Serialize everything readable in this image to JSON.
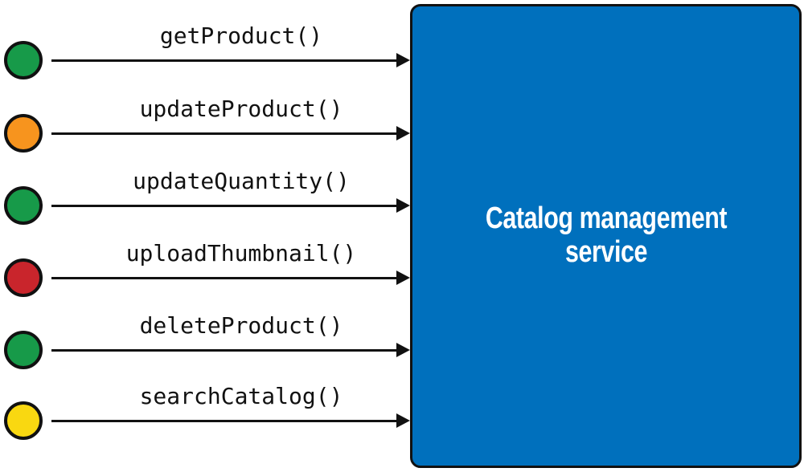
{
  "diagram": {
    "service_box": {
      "label": "Catalog management service",
      "fill": "#0070BD",
      "text_color": "#FFFFFF"
    },
    "endpoints": [
      {
        "method": "getProduct()",
        "dot_color": "#179A49"
      },
      {
        "method": "updateProduct()",
        "dot_color": "#F7941E"
      },
      {
        "method": "updateQuantity()",
        "dot_color": "#179A49"
      },
      {
        "method": "uploadThumbnail()",
        "dot_color": "#C9252C"
      },
      {
        "method": "deleteProduct()",
        "dot_color": "#179A49"
      },
      {
        "method": "searchCatalog()",
        "dot_color": "#F9D811"
      }
    ],
    "stroke_color": "#111111"
  }
}
